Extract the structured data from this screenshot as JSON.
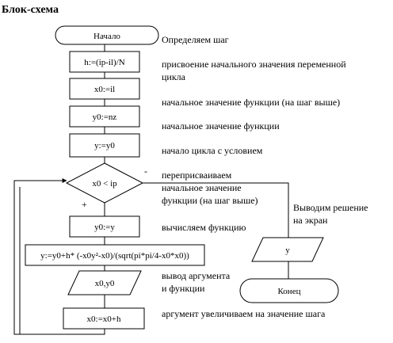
{
  "title": "Блок-схема",
  "blocks": {
    "start": "Начало",
    "step": "h:=(ip-il)/N",
    "x0_init": "x0:=il",
    "y0_init": "y0:=nz",
    "y_init": "y:=y0",
    "condition": "x0 < ip",
    "y0_assign": "y0:=y",
    "formula": "y:=y0+h* (-x0y²-x0)/(sqrt(pi*pi/4-x0*x0))",
    "output_args": "x0,y0",
    "increment": "x0:=x0+h",
    "output_y": "y",
    "end": "Конец"
  },
  "branches": {
    "no": "-",
    "yes": "+"
  },
  "notes": {
    "n1": "Определяем шаг",
    "n2a": "присвоение начального значения переменной",
    "n2b": "цикла",
    "n3": "начальное значение функции (на шаг выше)",
    "n4": "начальное значение функции",
    "n5": "начало цикла с условием",
    "n6a": "переприсваиваем",
    "n6b": "начальное значение",
    "n6c": "функции (на шаг выше)",
    "n7a": "Выводим решение",
    "n7b": "на экран",
    "n8": "вычисляем функцию",
    "n9a": "вывод аргумента",
    "n9b": "и функции",
    "n10": "аргумент увеличиваем на значение шага"
  }
}
